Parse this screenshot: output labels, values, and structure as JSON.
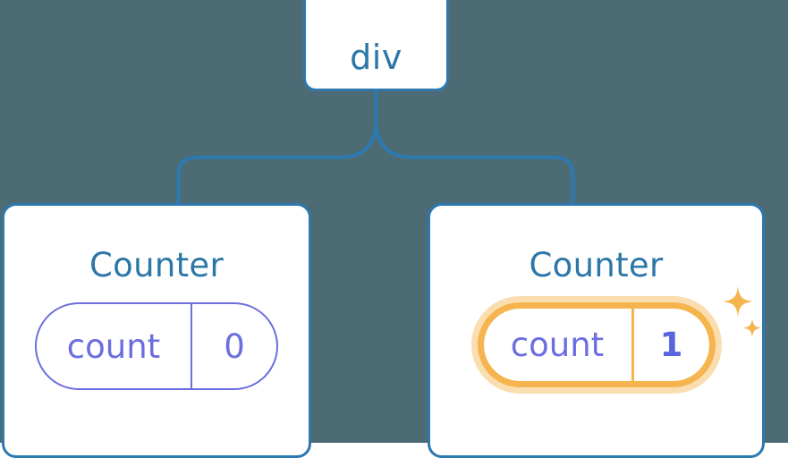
{
  "diagram": {
    "type": "component-tree",
    "background_color": "#4d6b74",
    "node_border_color": "#2d78ae",
    "node_text_color": "#2c77a8",
    "state_color": "#6b6ede",
    "highlight_color": "#f5b44e",
    "highlight_glow_color": "#fbdeb0",
    "connector_color": "#2d78ae"
  },
  "root": {
    "label": "div"
  },
  "children": [
    {
      "title": "Counter",
      "state": {
        "key": "count",
        "value": "0",
        "highlighted": false
      }
    },
    {
      "title": "Counter",
      "state": {
        "key": "count",
        "value": "1",
        "highlighted": true
      },
      "sparkle_icon": "sparkles-icon"
    }
  ]
}
